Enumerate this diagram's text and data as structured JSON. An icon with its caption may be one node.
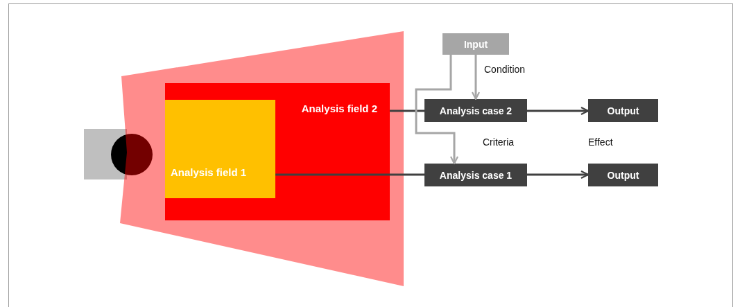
{
  "diagram": {
    "nodes": [
      {
        "text": [
          "Analysis field 2"
        ]
      },
      {
        "text": [
          "Analysis field 1"
        ],
        "in": 0
      },
      {
        "text": [
          "Input"
        ]
      },
      {
        "text": [
          "Analysis case 2"
        ]
      },
      {
        "text": [
          "Output"
        ]
      },
      {
        "text": [
          "Analysis case 1"
        ]
      },
      {
        "text": [
          "Output"
        ]
      }
    ],
    "edges": [
      {
        "from": 0,
        "to": 3,
        "arrow": "none"
      },
      {
        "from": 1,
        "to": 5,
        "arrow": "none"
      },
      {
        "from": 2,
        "to": 3,
        "arrow": "to",
        "color": "#a6a6a6"
      },
      {
        "from": 2,
        "to": 5,
        "arrow": "to",
        "color": "#a6a6a6"
      },
      {
        "from": 3,
        "to": 4,
        "arrow": "to"
      },
      {
        "from": 5,
        "to": 6,
        "arrow": "to"
      }
    ],
    "labels": [
      "Condition",
      "Criteria",
      "Effect"
    ]
  }
}
